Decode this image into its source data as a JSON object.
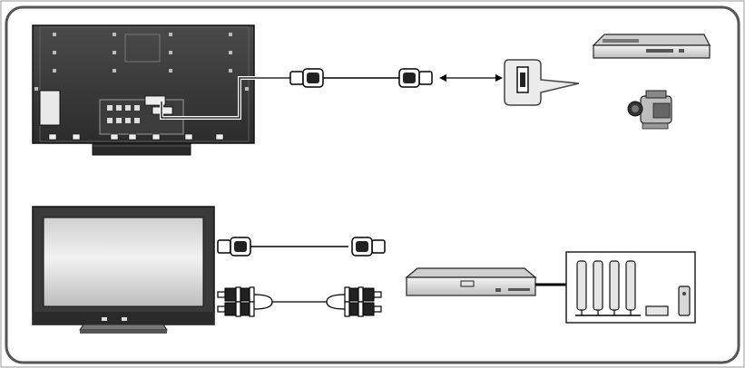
{
  "figure": {
    "panels": [
      {
        "name": "tv-rear-hdmi-connection",
        "devices": [
          "tv-rear-panel",
          "hdmi-cable",
          "hdmi-port-callout",
          "dvd-recorder",
          "camcorder"
        ]
      },
      {
        "name": "tv-front-audio-connection",
        "devices": [
          "tv-front",
          "hdmi-cable",
          "rca-audio-cable",
          "av-receiver",
          "surround-speakers",
          "subwoofer"
        ]
      }
    ],
    "colors": {
      "border": "#555555",
      "tv_body": "#3a3a3a",
      "tv_screen_light": "#e6e6e6",
      "line": "#000000"
    },
    "icons": [
      "hdmi-plug-icon",
      "rca-plug-icon",
      "double-arrow-icon",
      "dvd-recorder-icon",
      "camcorder-icon",
      "speaker-icon"
    ]
  }
}
